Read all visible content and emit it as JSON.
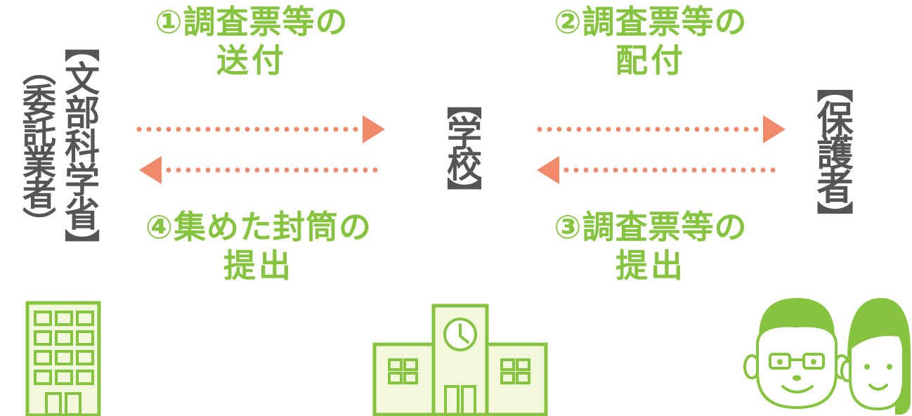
{
  "labels": {
    "ministry_main": "【文部科学省】",
    "ministry_sub": "（委託業者）",
    "school": "【学校】",
    "guardian": "【保護者】"
  },
  "steps": [
    {
      "num": "①",
      "line1": "調査票等の",
      "line2": "送付"
    },
    {
      "num": "②",
      "line1": "調査票等の",
      "line2": "配付"
    },
    {
      "num": "③",
      "line1": "調査票等の",
      "line2": "提出"
    },
    {
      "num": "④",
      "line1": "集めた封筒の",
      "line2": "提出"
    }
  ],
  "icons": {
    "ministry": "office-building-icon",
    "school": "school-building-icon",
    "guardian": "parents-icon"
  },
  "colors": {
    "green": "#86c440",
    "green_light": "#f2f8dc",
    "arrow": "#f08a6a",
    "label": "#555555"
  }
}
